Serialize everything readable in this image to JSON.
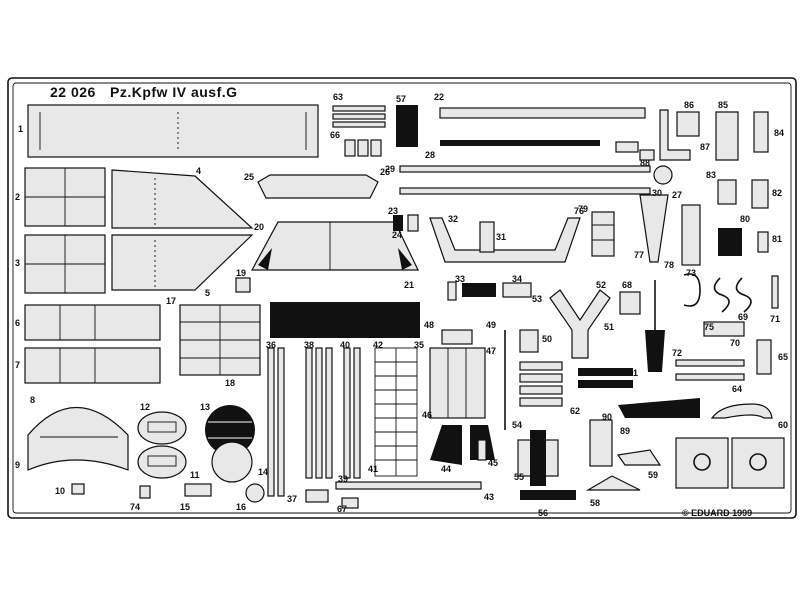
{
  "sheet": {
    "code": "22 026",
    "title": "Pz.Kpfw IV ausf.G",
    "copyright": "© EDUARD 1999"
  },
  "part_labels": {
    "p1": "1",
    "p2": "2",
    "p3": "3",
    "p4": "4",
    "p5": "5",
    "p6": "6",
    "p7": "7",
    "p8": "8",
    "p9": "9",
    "p10": "10",
    "p11": "11",
    "p12": "12",
    "p13": "13",
    "p14": "14",
    "p15": "15",
    "p16": "16",
    "p17": "17",
    "p18": "18",
    "p19": "19",
    "p20": "20",
    "p21": "21",
    "p22": "22",
    "p23": "23",
    "p24": "24",
    "p25": "25",
    "p26": "26",
    "p27": "27",
    "p28": "28",
    "p29": "29",
    "p30": "30",
    "p31": "31",
    "p32": "32",
    "p33": "33",
    "p34": "34",
    "p35": "35",
    "p36": "36",
    "p37": "37",
    "p38": "38",
    "p39": "39",
    "p40": "40",
    "p41": "41",
    "p42": "42",
    "p43": "43",
    "p44": "44",
    "p45": "45",
    "p46": "46",
    "p47": "47",
    "p48": "48",
    "p49": "49",
    "p50": "50",
    "p51": "51",
    "p52": "52",
    "p53": "53",
    "p54": "54",
    "p55": "55",
    "p56": "56",
    "p57": "57",
    "p58": "58",
    "p59": "59",
    "p60": "60",
    "p61": "61",
    "p62": "62",
    "p63": "63",
    "p64": "64",
    "p65": "65",
    "p66": "66",
    "p67": "67",
    "p68": "68",
    "p69": "69",
    "p70": "70",
    "p71": "71",
    "p72": "72",
    "p73": "73",
    "p74": "74",
    "p75": "75",
    "p76": "76",
    "p77": "77",
    "p78": "78",
    "p79": "79",
    "p80": "80",
    "p81": "81",
    "p82": "82",
    "p83": "83",
    "p84": "84",
    "p85": "85",
    "p86": "86",
    "p87": "87",
    "p88": "88",
    "p89": "89",
    "p90": "90"
  },
  "colors": {
    "ink": "#111111",
    "paper": "#ffffff",
    "fill": "#e8e8e8"
  }
}
